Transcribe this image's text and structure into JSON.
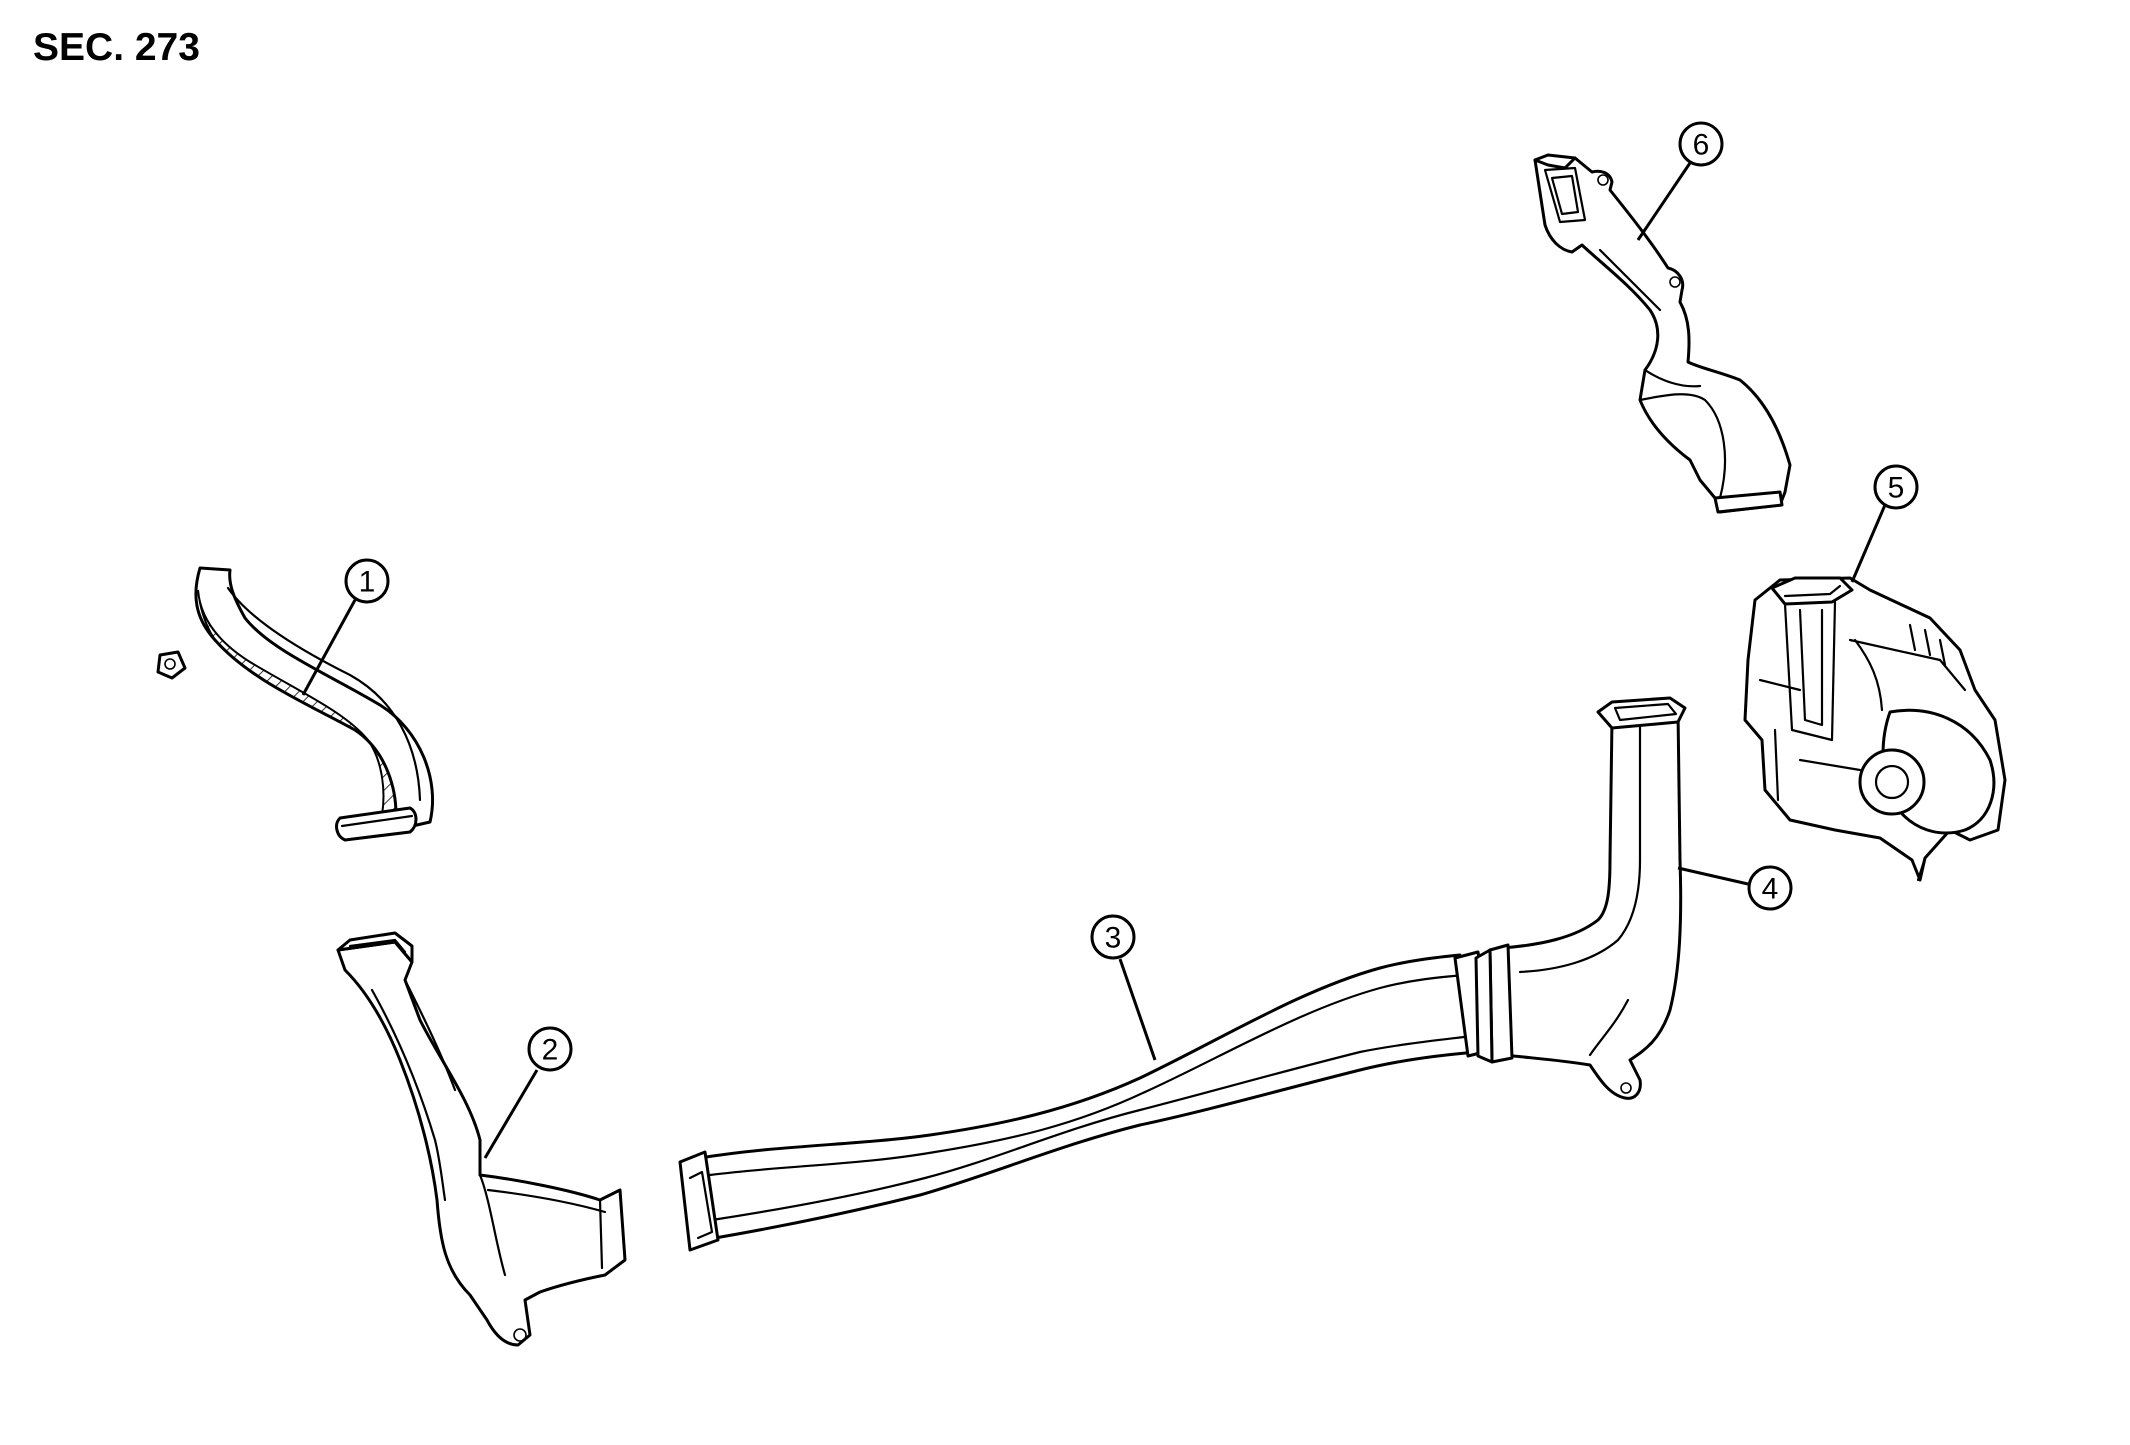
{
  "header": {
    "section": "SEC. 273"
  },
  "callouts": [
    {
      "id": "callout-1",
      "number": "1"
    },
    {
      "id": "callout-2",
      "number": "2"
    },
    {
      "id": "callout-3",
      "number": "3"
    },
    {
      "id": "callout-4",
      "number": "4"
    },
    {
      "id": "callout-5",
      "number": "5"
    },
    {
      "id": "callout-6",
      "number": "6"
    }
  ]
}
